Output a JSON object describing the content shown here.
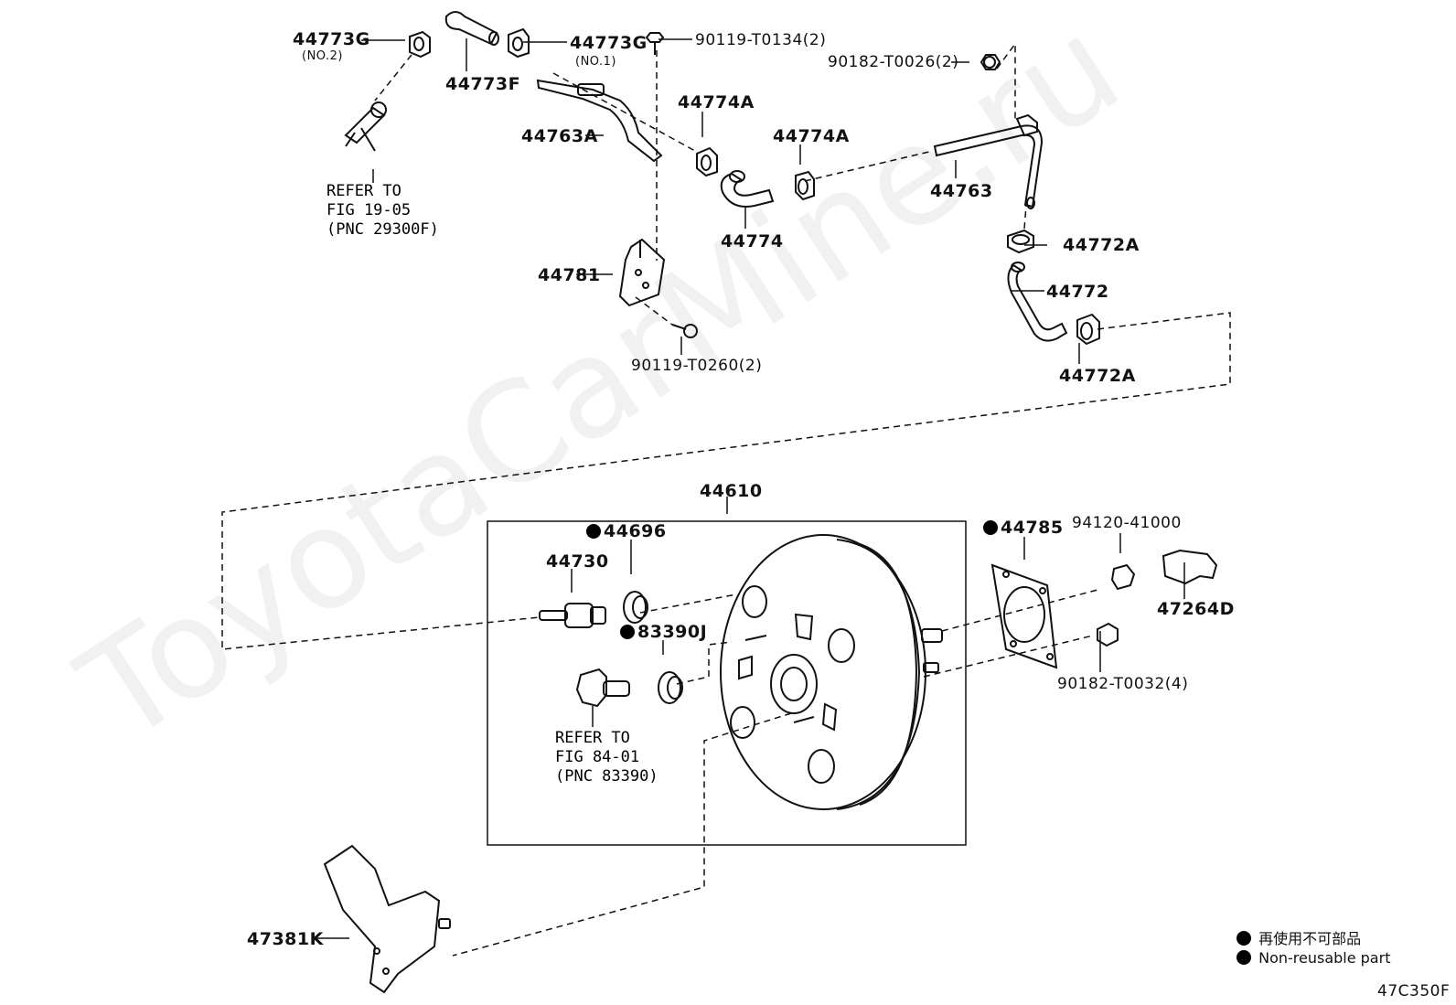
{
  "watermark": "ToyotaCarMine.ru",
  "figure_code": "47C350F",
  "legend": {
    "line1": "再使用不可部品",
    "line2": "Non-reusable part"
  },
  "labels": {
    "p44773G_no2": "44773G",
    "no2": "(NO.2)",
    "p44773F": "44773F",
    "p44773G_no1": "44773G",
    "no1": "(NO.1)",
    "p90119_T0134": "90119-T0134(2)",
    "p90182_T0026": "90182-T0026(2)",
    "p44774A_1": "44774A",
    "p44774A_2": "44774A",
    "p44763A": "44763A",
    "p44763": "44763",
    "p44774": "44774",
    "p44772A_1": "44772A",
    "p44772": "44772",
    "p44772A_2": "44772A",
    "p44781": "44781",
    "p90119_T0260": "90119-T0260(2)",
    "p44610": "44610",
    "p44696": "44696",
    "p44730": "44730",
    "p83390J": "83390J",
    "p44785": "44785",
    "p94120_41000": "94120-41000",
    "p47264D": "47264D",
    "p90182_T0032": "90182-T0032(4)",
    "p47381K": "47381K"
  },
  "refer1": "REFER TO\nFIG 19-05\n(PNC 29300F)",
  "refer2": "REFER TO\nFIG 84-01\n(PNC 83390)"
}
